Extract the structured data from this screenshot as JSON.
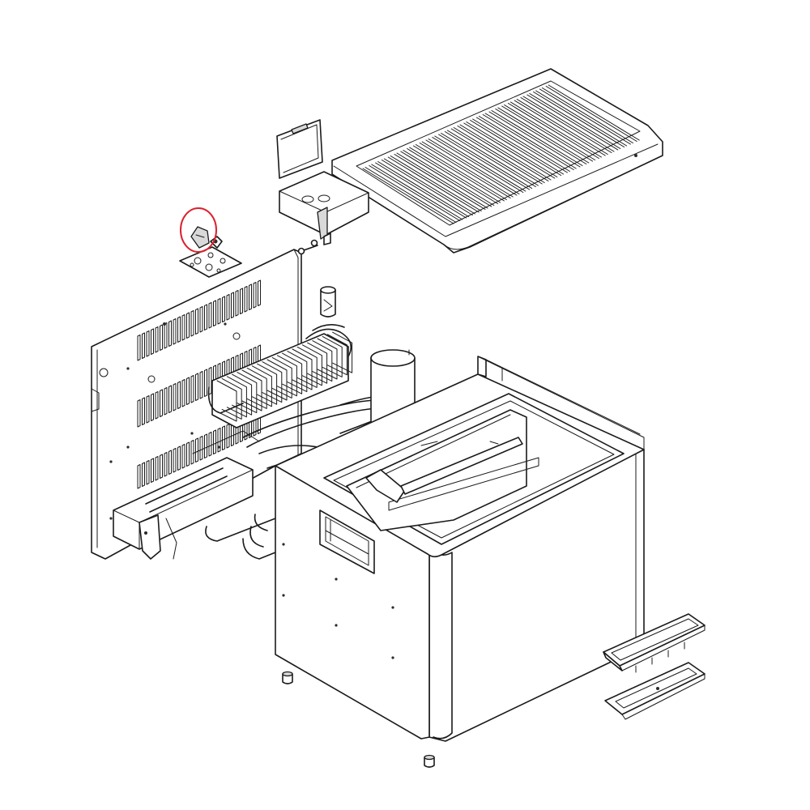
{
  "diagram": {
    "kind": "exploded-parts-view",
    "highlight_color": "#d9232e",
    "line_color": "#1a1a1a",
    "parts": [
      {
        "name": "top-cover-grille"
      },
      {
        "name": "lid-bracket"
      },
      {
        "name": "thermostat-knob",
        "highlighted": true
      },
      {
        "name": "control-mounting-plate"
      },
      {
        "name": "screw"
      },
      {
        "name": "small-sleeve"
      },
      {
        "name": "back-panel"
      },
      {
        "name": "cooling-unit-fins"
      },
      {
        "name": "absorber-tank"
      },
      {
        "name": "burner-assembly"
      },
      {
        "name": "refrigerator-cabinet"
      },
      {
        "name": "door-handle-recess"
      },
      {
        "name": "tray"
      },
      {
        "name": "tray-lower"
      },
      {
        "name": "foot-left"
      },
      {
        "name": "foot-right"
      }
    ]
  }
}
